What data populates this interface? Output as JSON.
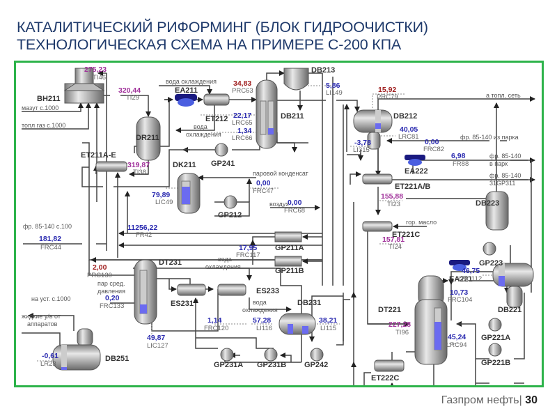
{
  "slide": {
    "title_line1": "КАТАЛИТИЧЕСКИЙ РИФОРМИНГ (БЛОК ГИДРООЧИСТКИ)",
    "title_line2": "ТЕХНОЛОГИЧЕСКАЯ СХЕМА НА ПРИМЕРЕ С-200 КПА",
    "footer_company": "Газпром нефть",
    "footer_page": "30",
    "frame_color": "#2db34a",
    "title_color": "#1f3a6b"
  },
  "colors": {
    "value_blue": "#2b2bb0",
    "value_red": "#a02020",
    "value_purple": "#a0309a",
    "level_fill": "#6b6bf0"
  },
  "equipment": {
    "BH211": "BH211",
    "DR211": "DR211",
    "EA211": "EA211",
    "ET212": "ET212",
    "DB211": "DB211",
    "DB213": "DB213",
    "DB212": "DB212",
    "ET211": "ET211A-E",
    "DK211": "DK211",
    "GP241": "GP241",
    "GP212": "GP212",
    "GP211A": "GP211A",
    "GP211B": "GP211B",
    "EA222": "EA222",
    "ET221AB": "ET221A/B",
    "ET221C": "ET221C",
    "DB223": "DB223",
    "GP223": "GP223",
    "EA221": "EA221",
    "DB221": "DB221",
    "DT221": "DT221",
    "ET222C": "ET222C",
    "GP221A": "GP221A",
    "GP221B": "GP221B",
    "DT231": "DT231",
    "ES231": "ES231",
    "ES233": "ES233",
    "DB231": "DB231",
    "GP231A": "GP231A",
    "GP231B": "GP231B",
    "GP242": "GP242",
    "DB251": "DB251"
  },
  "readings": {
    "TI46": {
      "value": "275,23",
      "tag": "TI46"
    },
    "TI29": {
      "value": "320,44",
      "tag": "TI29"
    },
    "PRC63": {
      "value": "34,83",
      "tag": "PRC63"
    },
    "LRC65": {
      "value": "22,17",
      "tag": "LRC65"
    },
    "LRC66": {
      "value": "1,34",
      "tag": "LRC66"
    },
    "LI149": {
      "value": "5,86",
      "tag": "LI149"
    },
    "PRC79": {
      "value": "15,92",
      "tag": "PRC79"
    },
    "LRC81": {
      "value": "40,05",
      "tag": "LRC81"
    },
    "LI315": {
      "value": "-3,78",
      "tag": "LI315"
    },
    "FRC82": {
      "value": "0,00",
      "tag": "FRC82"
    },
    "FR88": {
      "value": "6,98",
      "tag": "FR88"
    },
    "TI38": {
      "value": "319,87",
      "tag": "TI38"
    },
    "LIC49": {
      "value": "79,89",
      "tag": "LIC49"
    },
    "FRC47": {
      "value": "0,00",
      "tag": "FRC47"
    },
    "FRC68": {
      "value": "0,00",
      "tag": "FRC68"
    },
    "FR42": {
      "value": "11256,22",
      "tag": "FR42"
    },
    "FRC44": {
      "value": "181,82",
      "tag": "FRC44"
    },
    "TI23": {
      "value": "155,88",
      "tag": "TI23"
    },
    "TI24": {
      "value": "157,81",
      "tag": "TI24"
    },
    "PRC130": {
      "value": "2,00",
      "tag": "PRC130"
    },
    "FRC117": {
      "value": "17,95",
      "tag": "FRC117"
    },
    "FRC133": {
      "value": "0,20",
      "tag": "FRC133"
    },
    "LIC127": {
      "value": "49,87",
      "tag": "LIC127"
    },
    "LR23": {
      "value": "-0,61",
      "tag": "LR23"
    },
    "FRC120": {
      "value": "1,14",
      "tag": "FRC120"
    },
    "LI116": {
      "value": "57,28",
      "tag": "LI116"
    },
    "LI115": {
      "value": "38,21",
      "tag": "LI115"
    },
    "LRC112": {
      "value": "46,75",
      "tag": "LRC112"
    },
    "FRC104": {
      "value": "10,73",
      "tag": "FRC104"
    },
    "TI96": {
      "value": "227,28",
      "tag": "TI96"
    },
    "LRC94": {
      "value": "45,24",
      "tag": "LRC94"
    }
  },
  "streams": {
    "mazut": "мазут с.1000",
    "topp_gaz": "топл газ с.1000",
    "voda_ohl_top": "вода охлаждения",
    "voda_ohl_ret1": "вода",
    "voda_ohl_ret2": "охлаждения",
    "a_topp_set": "а топл. сеть",
    "fr_iz_parka": "фр. 85-140 из парка",
    "fr_v_park1": "фр. 85-140",
    "fr_v_park2": "в парк",
    "fr_31gp1": "фр. 85-140",
    "fr_31gp2": "31GP311",
    "par_kondensat": "паровой конденсат",
    "vozduh": "воздух",
    "fr_s100": "фр. 85-140 с.100",
    "gor_maslo": "гор. масло",
    "na_ust": "на уст. с.1000",
    "zhidkie1": "жидкие у/в от",
    "zhidkie2": "аппаратов",
    "par_sred1": "пар сред.",
    "par_sred2": "давления",
    "voda_es1": "вода",
    "voda_es2": "охлаждения",
    "voda_es3": "вода",
    "voda_es4": "охлаждения"
  }
}
